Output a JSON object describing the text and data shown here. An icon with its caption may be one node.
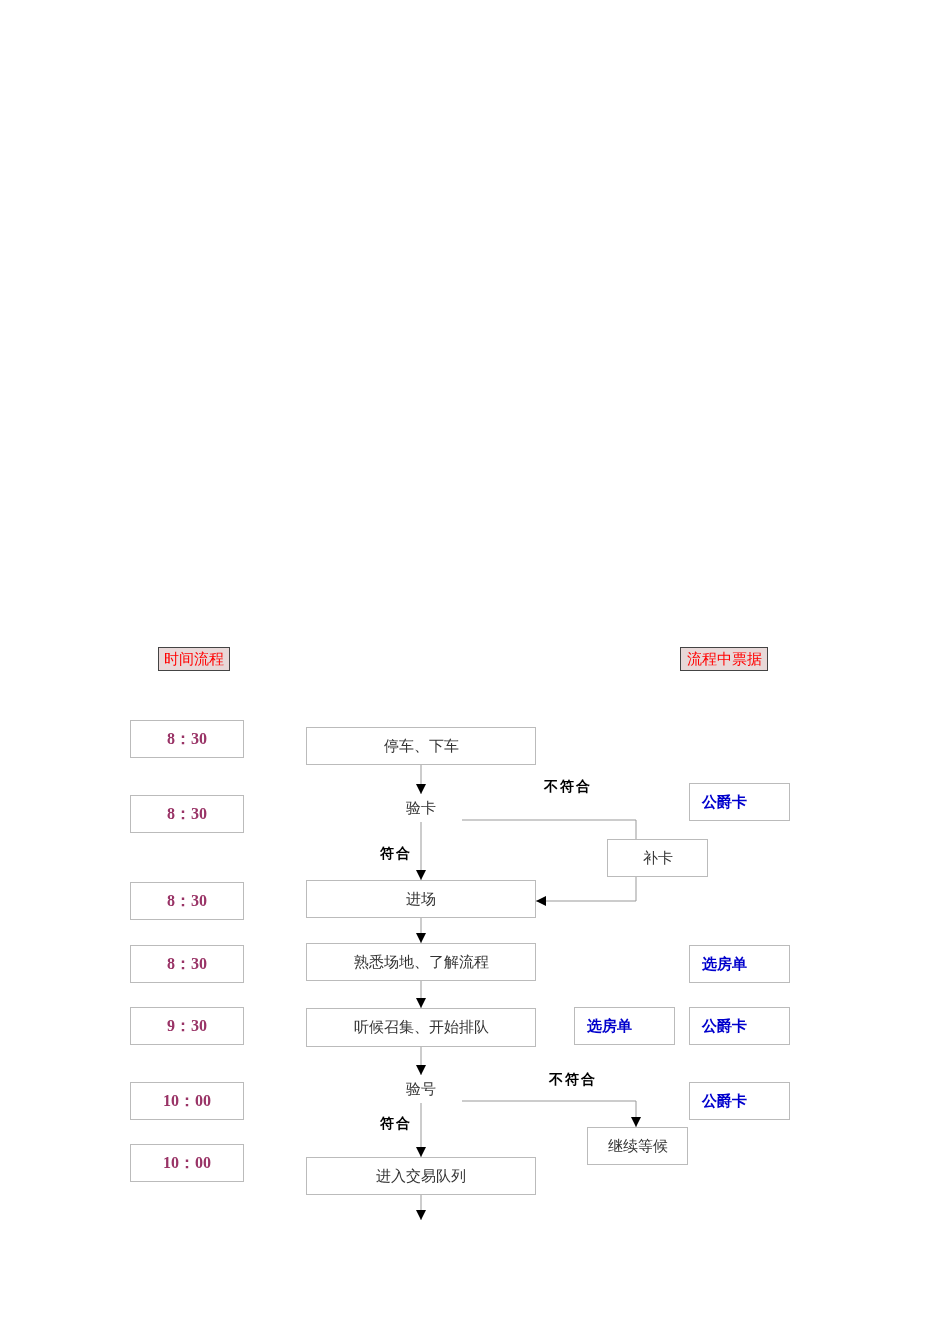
{
  "diagram": {
    "nodes": [
      {
        "text": [
          "时间流程"
        ]
      },
      {
        "text": [
          "流程中票据"
        ]
      },
      {
        "text": [
          "8：30"
        ]
      },
      {
        "text": [
          "8：30"
        ]
      },
      {
        "text": [
          "8：30"
        ]
      },
      {
        "text": [
          "8：30"
        ]
      },
      {
        "text": [
          "9：30"
        ]
      },
      {
        "text": [
          "10：00"
        ]
      },
      {
        "text": [
          "10：00"
        ]
      },
      {
        "text": [
          "停车、下车"
        ]
      },
      {
        "text": [
          "验卡"
        ]
      },
      {
        "text": [
          "补卡"
        ]
      },
      {
        "text": [
          "进场"
        ]
      },
      {
        "text": [
          "熟悉场地、了解流程"
        ]
      },
      {
        "text": [
          "听候召集、开始排队"
        ]
      },
      {
        "text": [
          "验号"
        ]
      },
      {
        "text": [
          "继续等候"
        ]
      },
      {
        "text": [
          "进入交易队列"
        ]
      },
      {
        "text": [
          "公爵卡"
        ]
      },
      {
        "text": [
          "选房单"
        ]
      },
      {
        "text": [
          "选房单"
        ]
      },
      {
        "text": [
          "公爵卡"
        ]
      },
      {
        "text": [
          "公爵卡"
        ]
      }
    ],
    "edges": [
      {
        "from": 9,
        "to": 10,
        "arrow": "to"
      },
      {
        "from": 10,
        "to": 11,
        "arrow": "none",
        "label": "不符合"
      },
      {
        "from": 11,
        "to": 12,
        "arrow": "to"
      },
      {
        "from": 10,
        "to": 12,
        "arrow": "to",
        "label": "符合"
      },
      {
        "from": 12,
        "to": 13,
        "arrow": "to"
      },
      {
        "from": 13,
        "to": 14,
        "arrow": "to"
      },
      {
        "from": 14,
        "to": 15,
        "arrow": "to"
      },
      {
        "from": 15,
        "to": 16,
        "arrow": "to",
        "label": "不符合"
      },
      {
        "from": 15,
        "to": 17,
        "arrow": "to",
        "label": "符合"
      },
      {
        "from": 17,
        "to": null,
        "arrow": "to"
      }
    ]
  }
}
